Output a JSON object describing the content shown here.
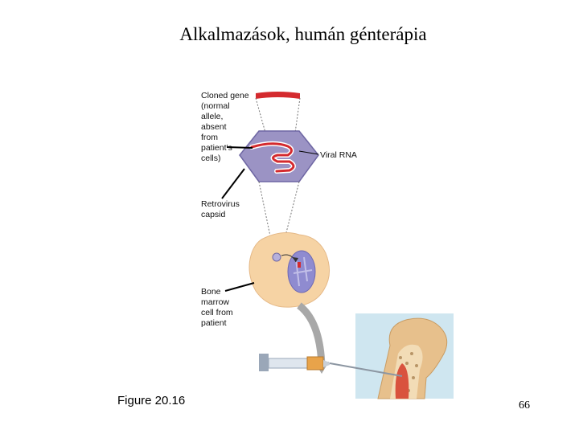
{
  "title": "Alkalmazások, humán génterápia",
  "labels": {
    "cloned_gene": "Cloned gene\n(normal\nallele,\nabsent\nfrom\npatient’s\ncells)",
    "viral_rna": "Viral RNA",
    "retrovirus_capsid": "Retrovirus\ncapsid",
    "bone_marrow": "Bone\nmarrow\ncell from\npatient"
  },
  "figure_label": "Figure 20.16",
  "page_number": "66",
  "colors": {
    "gene_red": "#d42a2e",
    "capsid_purple": "#9b93c4",
    "cell_peach": "#f6d3a4",
    "nucleus_blue": "#8f8bd0",
    "bone_tan": "#e7c08c",
    "sky": "#cfe6f0"
  }
}
